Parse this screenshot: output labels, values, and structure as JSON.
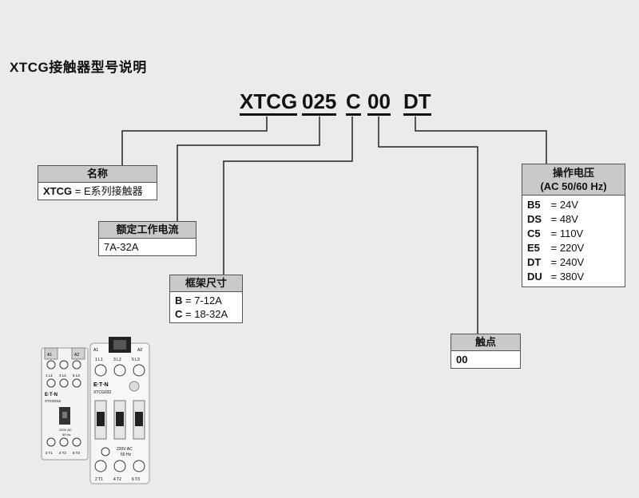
{
  "title": "XTCG接触器型号说明",
  "code": {
    "part1": "XTCG",
    "part2": "025",
    "part3": "C",
    "part4": "00",
    "part5": "DT"
  },
  "name_box": {
    "header": "名称",
    "key": "XTCG",
    "sep": " = ",
    "value": "E系列接触器"
  },
  "current_box": {
    "header": "额定工作电流",
    "value": "7A-32A"
  },
  "frame_box": {
    "header": "框架尺寸",
    "rows": [
      {
        "k": "B",
        "sep": " = ",
        "v": "7-12A"
      },
      {
        "k": "C",
        "sep": " = ",
        "v": "18-32A"
      }
    ]
  },
  "contact_box": {
    "header": "触点",
    "value": "00"
  },
  "voltage_box": {
    "header_line1": "操作电压",
    "header_line2": "(AC 50/60 Hz)",
    "rows": [
      {
        "k": "B5",
        "sep": " = ",
        "v": "24V"
      },
      {
        "k": "DS",
        "sep": " = ",
        "v": "48V"
      },
      {
        "k": "C5",
        "sep": " = ",
        "v": "110V"
      },
      {
        "k": "E5",
        "sep": " = ",
        "v": "220V"
      },
      {
        "k": "DT",
        "sep": " = ",
        "v": "240V"
      },
      {
        "k": "DU",
        "sep": " = ",
        "v": "380V"
      }
    ]
  },
  "product_small": {
    "terminals_top": [
      "A1",
      "A2"
    ],
    "terminals_line": [
      "1 L1",
      "3 L2",
      "5 L3"
    ],
    "brand": "E·T·N",
    "model": "XTCG012",
    "coil": "220V AC",
    "freq": "50 Hz",
    "terminals_bottom": [
      "2 T1",
      "4 T2",
      "6 T3"
    ]
  },
  "product_large": {
    "terminals_top": [
      "A1",
      "A2"
    ],
    "terminals_line": [
      "1 L1",
      "3 L2",
      "5 L3"
    ],
    "brand": "E·T·N",
    "model": "XTCG032",
    "coil": "220V AC",
    "freq": "50 Hz",
    "terminals_bottom": [
      "2 T1",
      "4 T2",
      "6 T3"
    ]
  },
  "colors": {
    "background": "#ebebeb",
    "header_fill": "#c9c9c9",
    "line": "#222222"
  }
}
